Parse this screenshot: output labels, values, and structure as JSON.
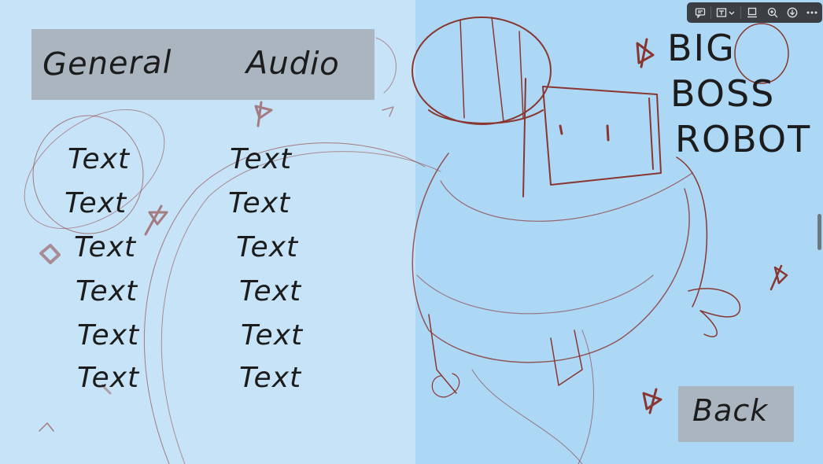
{
  "tabs": [
    {
      "label": "General"
    },
    {
      "label": "Audio"
    }
  ],
  "columns": [
    [
      "Text",
      "Text",
      "Text",
      "Text",
      "Text",
      "Text"
    ],
    [
      "Text",
      "Text",
      "Text",
      "Text",
      "Text",
      "Text"
    ]
  ],
  "title": {
    "line1": "BIG",
    "line2": "BOSS",
    "line3": "ROBOT"
  },
  "back_button": {
    "label": "Back"
  },
  "toolbar": {
    "items": [
      "comment-icon",
      "text-select-icon",
      "fit-page-icon",
      "zoom-in-icon",
      "download-icon",
      "more-icon"
    ]
  },
  "colors": {
    "sketch_line": "#8a3630",
    "ink": "#1c1c1c",
    "left_background": "#c7e3f8",
    "right_background": "#acd8f6",
    "button_fill": "#aab5c0"
  }
}
